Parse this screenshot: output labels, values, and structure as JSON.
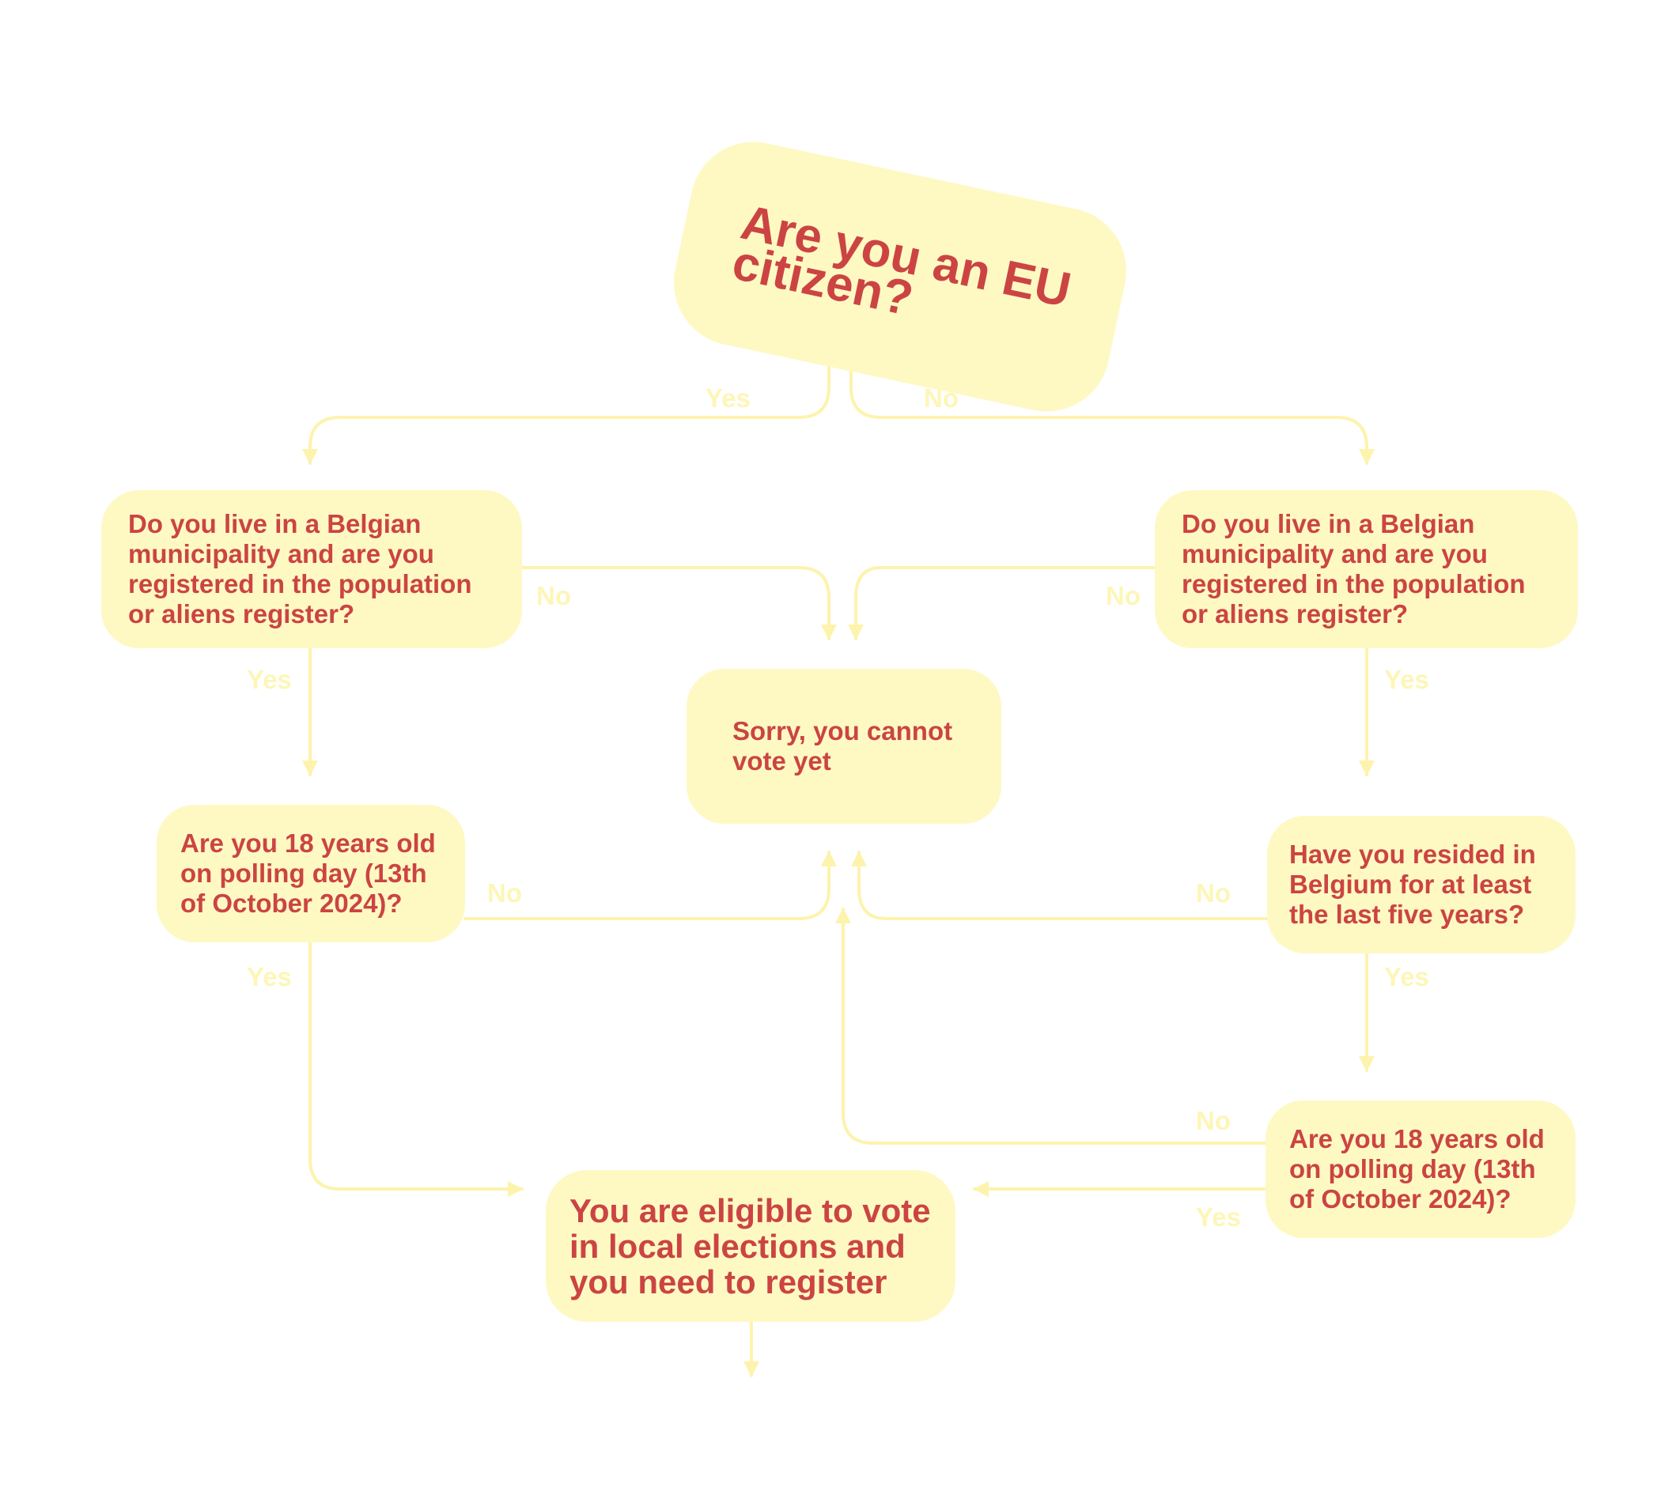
{
  "colors": {
    "node_fill": "#fef9c3",
    "node_text": "#cb4443",
    "edge": "#fdf3ad",
    "edge_label": "#fdf6b7",
    "background": "#ffffff"
  },
  "nodes": {
    "eu_citizen": "Are you an EU citizen?",
    "eu_live_registered": "Do you live in a Belgian municipality and are you registered in the population or aliens register?",
    "noneu_live_registered": "Do you live in a Belgian municipality and are you registered in the population or aliens register?",
    "cannot_vote": "Sorry, you cannot vote yet",
    "eu_age_18": "Are you 18 years old on polling day (13th of October 2024)?",
    "resided_five_years": "Have you resided in Belgium for at least the last five years?",
    "noneu_age_18": "Are you 18 years old on polling day (13th of October 2024)?",
    "eligible": "You are eligible to vote in local elections and you need to register"
  },
  "edges": [
    {
      "from": "eu_citizen",
      "to": "eu_live_registered",
      "label": "Yes"
    },
    {
      "from": "eu_citizen",
      "to": "noneu_live_registered",
      "label": "No"
    },
    {
      "from": "eu_live_registered",
      "to": "cannot_vote",
      "label": "No"
    },
    {
      "from": "noneu_live_registered",
      "to": "cannot_vote",
      "label": "No"
    },
    {
      "from": "eu_live_registered",
      "to": "eu_age_18",
      "label": "Yes"
    },
    {
      "from": "noneu_live_registered",
      "to": "resided_five_years",
      "label": "Yes"
    },
    {
      "from": "eu_age_18",
      "to": "cannot_vote",
      "label": "No"
    },
    {
      "from": "resided_five_years",
      "to": "cannot_vote",
      "label": "No"
    },
    {
      "from": "eu_age_18",
      "to": "eligible",
      "label": "Yes"
    },
    {
      "from": "resided_five_years",
      "to": "noneu_age_18",
      "label": "Yes"
    },
    {
      "from": "noneu_age_18",
      "to": "cannot_vote",
      "label": "No"
    },
    {
      "from": "noneu_age_18",
      "to": "eligible",
      "label": "Yes"
    }
  ]
}
